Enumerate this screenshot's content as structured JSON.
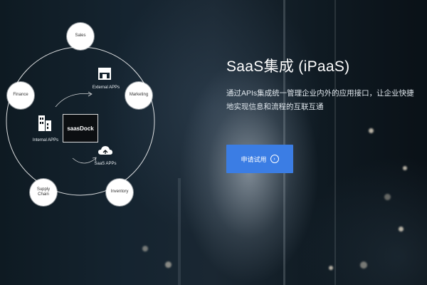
{
  "diagram": {
    "nodes": {
      "sales": "Sales",
      "marketing": "Marketing",
      "inventory": "Inventory",
      "supply_chain": "Supply\nChain",
      "finance": "Finance"
    },
    "center": "saasDock",
    "external_apps": "External APPs",
    "internal_apps": "Internal APPs",
    "saas_apps": "SaaS APPs"
  },
  "hero": {
    "title": "SaaS集成 (iPaaS)",
    "description": "通过APIs集成统一管理企业内外的应用接口，让企业快捷地实现信息和流程的互联互通",
    "cta_label": "申请试用"
  },
  "colors": {
    "cta": "#3b7de4",
    "background": "#0b1218"
  },
  "icons": {
    "cta": "chevron-right-circle-icon",
    "external": "store-icon",
    "internal": "building-icon",
    "saas": "cloud-icon"
  }
}
